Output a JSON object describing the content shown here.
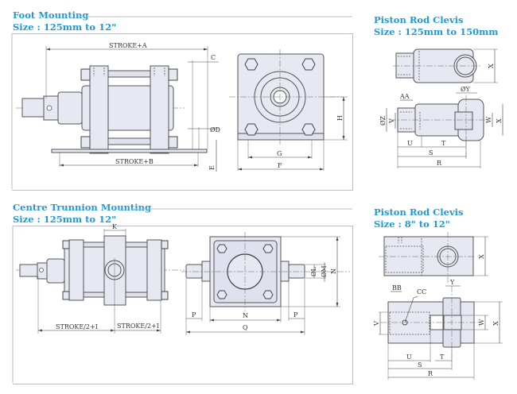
{
  "sections": {
    "foot_mounting": {
      "title": "Foot Mounting",
      "size": "Size : 125mm to 12\"",
      "labels": {
        "stroke_a": "STROKE+A",
        "stroke_b": "STROKE+B",
        "c": "C",
        "d": "ØD",
        "e": "E",
        "f": "F",
        "g": "G",
        "h": "H"
      }
    },
    "clevis_small": {
      "title": "Piston Rod Clevis",
      "size": "Size : 125mm to 150mm",
      "labels": {
        "x_top": "X",
        "y": "ØY",
        "aa": "AA",
        "z": "ØZ",
        "v": "V",
        "w": "W",
        "x": "X",
        "u": "U",
        "t": "T",
        "s": "S",
        "r": "R"
      }
    },
    "centre_trunnion": {
      "title": "Centre Trunnion Mounting",
      "size": "Size : 125mm to 12\"",
      "labels": {
        "k": "K",
        "stroke_half_1": "STROKE/2+I",
        "stroke_half_2": "STROKE/2+I",
        "l": "ØL",
        "m": "ØM",
        "n_side": "N",
        "n_bottom": "N",
        "p_left": "P",
        "p_right": "P",
        "q": "Q"
      }
    },
    "clevis_large": {
      "title": "Piston Rod Clevis",
      "size": "Size : 8\" to 12\"",
      "labels": {
        "x_top": "X",
        "y": "Y",
        "bb": "BB",
        "cc": "CC",
        "v": "V",
        "w": "W",
        "x": "X",
        "u": "U",
        "t": "T",
        "s": "S",
        "r": "R"
      }
    }
  },
  "colors": {
    "title": "#1f9ad6",
    "panel_border": "#b9bcc6",
    "part_fill": "#e6e8f2",
    "line": "#444444"
  }
}
